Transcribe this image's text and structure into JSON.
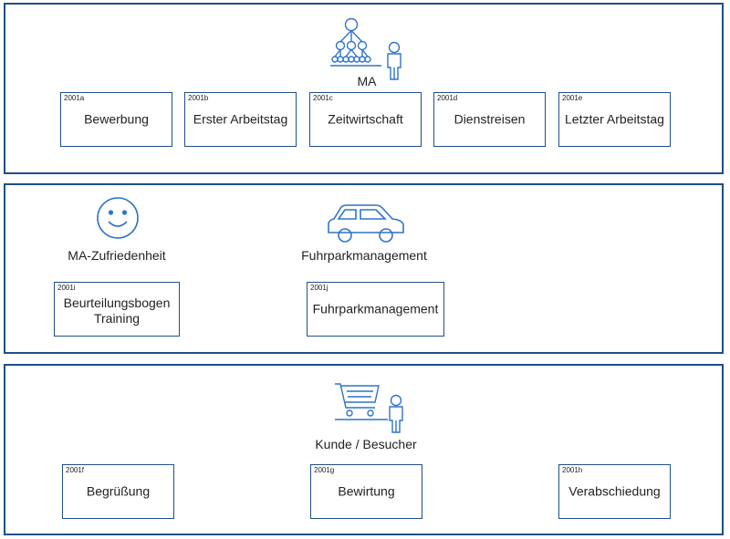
{
  "lanes": [
    {
      "caption": "MA",
      "icon": "org-chart-person-icon",
      "boxes": [
        {
          "code": "2001a",
          "label": "Bewerbung"
        },
        {
          "code": "2001b",
          "label": "Erster Arbeitstag"
        },
        {
          "code": "2001c",
          "label": "Zeitwirtschaft"
        },
        {
          "code": "2001d",
          "label": "Dienstreisen"
        },
        {
          "code": "2001e",
          "label": "Letzter Arbeitstag"
        }
      ]
    },
    {
      "groups": [
        {
          "caption": "MA-Zufriedenheit",
          "icon": "smiley-icon"
        },
        {
          "caption": "Fuhrparkmanagement",
          "icon": "car-icon"
        }
      ],
      "boxes": [
        {
          "code": "2001i",
          "label": "Beurteilungsbogen\nTraining"
        },
        {
          "code": "2001j",
          "label": "Fuhrparkmanagement"
        }
      ]
    },
    {
      "caption": "Kunde / Besucher",
      "icon": "shopping-cart-person-icon",
      "boxes": [
        {
          "code": "2001f",
          "label": "Begrüßung"
        },
        {
          "code": "2001g",
          "label": "Bewirtung"
        },
        {
          "code": "2001h",
          "label": "Verabschiedung"
        }
      ]
    }
  ],
  "colors": {
    "accent": "#1f4e8c",
    "icon": "#2e74c9"
  }
}
